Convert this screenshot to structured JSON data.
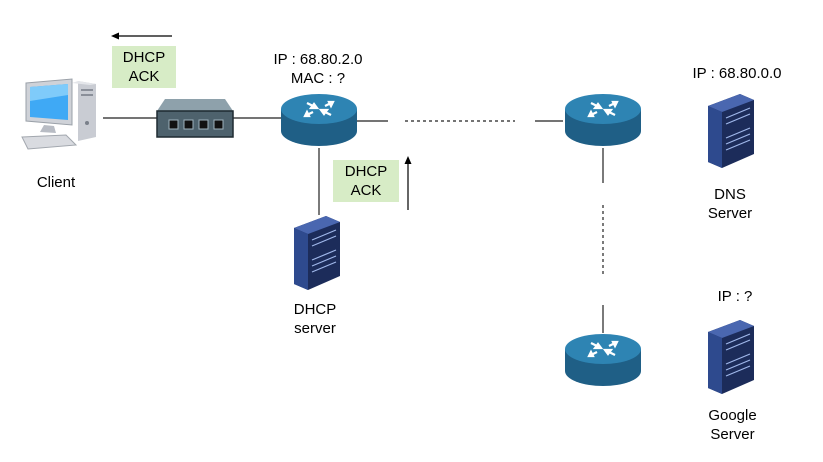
{
  "nodes": {
    "client": {
      "label": "Client",
      "icon": "desktop-computer-icon"
    },
    "switch": {
      "icon": "switch-icon"
    },
    "gateway_router": {
      "ip_label": "IP : 68.80.2.0",
      "mac_label": "MAC : ?",
      "icon": "router-icon"
    },
    "dhcp_server": {
      "label_line1": "DHCP",
      "label_line2": "server",
      "icon": "server-icon"
    },
    "isp_router_top": {
      "icon": "router-icon"
    },
    "isp_router_bottom": {
      "icon": "router-icon"
    },
    "dns_server": {
      "ip_label": "IP : 68.80.0.0",
      "label_line1": "DNS",
      "label_line2": "Server",
      "icon": "server-icon"
    },
    "google_server": {
      "ip_label": "IP : ?",
      "label_line1": "Google",
      "label_line2": "Server",
      "icon": "server-icon"
    }
  },
  "messages": {
    "to_client": {
      "line1": "DHCP",
      "line2": "ACK",
      "direction": "left"
    },
    "from_dhcp": {
      "line1": "DHCP",
      "line2": "ACK",
      "direction": "up"
    }
  },
  "colors": {
    "message_bg": "#d7ecc6",
    "router_body": "#1f5f86",
    "router_top": "#2e84b3",
    "server_body": "#2a3f78",
    "switch_body": "#5f7480",
    "monitor_screen": "#3fa9f5"
  }
}
